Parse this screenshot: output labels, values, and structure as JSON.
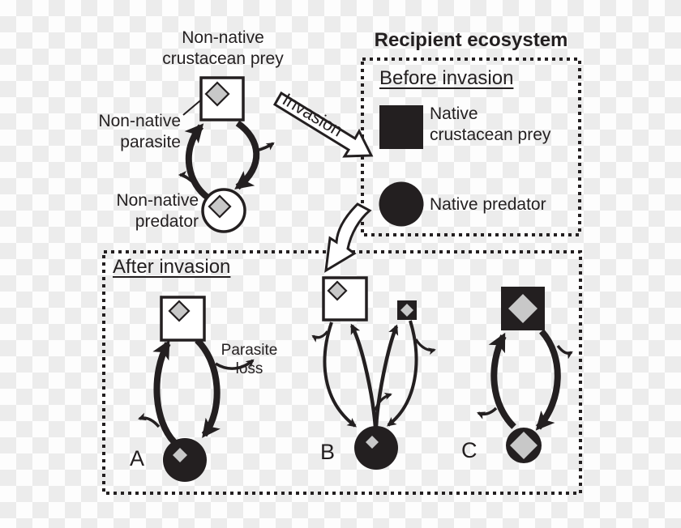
{
  "figure": {
    "title": "Recipient ecosystem",
    "invasion_label": "Invasion",
    "nonnative_web": {
      "prey_label": "Non-native\ncrustacean prey",
      "parasite_label": "Non-native\nparasite",
      "predator_label": "Non-native\npredator"
    },
    "before_panel": {
      "heading": "Before invasion",
      "legend": [
        {
          "symbol": "black-square-icon",
          "label": "Native\ncrustacean prey"
        },
        {
          "symbol": "black-circle-icon",
          "label": "Native predator"
        }
      ]
    },
    "after_panel": {
      "heading": "After invasion",
      "parasite_loss_label": "Parasite\nloss",
      "scenarios": [
        {
          "label": "A"
        },
        {
          "label": "B"
        },
        {
          "label": "C"
        }
      ]
    },
    "colors": {
      "ink": "#231f20",
      "shape_fill_white": "#ffffff",
      "parasite_diamond_gray": "#c8c8c8",
      "checker_light": "#ececec",
      "checker_white": "#fdfdfd"
    }
  }
}
